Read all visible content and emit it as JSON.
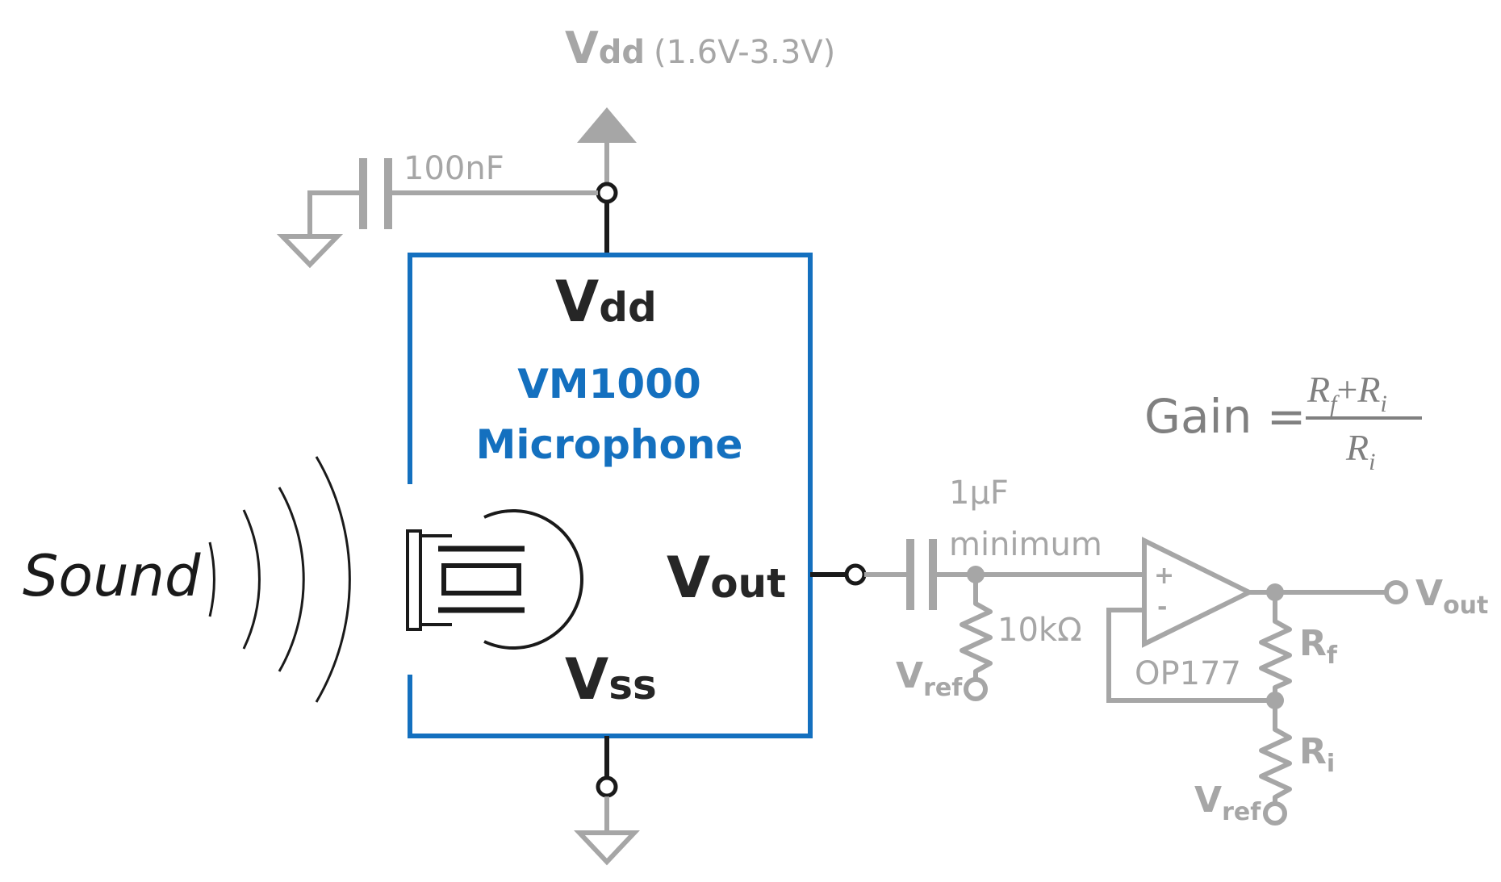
{
  "supply": {
    "main": "V",
    "sub": "dd",
    "range": "(1.6V-3.3V)"
  },
  "decoupling_cap": {
    "label": "100nF"
  },
  "chip": {
    "vdd_main": "V",
    "vdd_sub": "dd",
    "name_line1": "VM1000",
    "name_line2": "Microphone",
    "vout_main": "V",
    "vout_sub": "out",
    "vss_main": "V",
    "vss_sub": "ss"
  },
  "sound_label": "Sound",
  "coupling_cap": {
    "line1": "1µF",
    "line2": "minimum"
  },
  "bias_resistor": {
    "label": "10kΩ",
    "ref_main": "V",
    "ref_sub": "ref"
  },
  "opamp": {
    "label": "OP177",
    "plus": "+",
    "minus": "-"
  },
  "feedback": {
    "rf_main": "R",
    "rf_sub": "f",
    "ri_main": "R",
    "ri_sub": "i",
    "ref_main": "V",
    "ref_sub": "ref"
  },
  "output": {
    "main": "V",
    "sub": "out"
  },
  "gain": {
    "label": "Gain =",
    "num_r1": "R",
    "num_s1": "f",
    "plus": "+",
    "num_r2": "R",
    "num_s2": "i",
    "den_r": "R",
    "den_s": "i"
  },
  "colors": {
    "blue": "#1470bf",
    "gray": "#a6a6a6",
    "dark": "#262626"
  }
}
